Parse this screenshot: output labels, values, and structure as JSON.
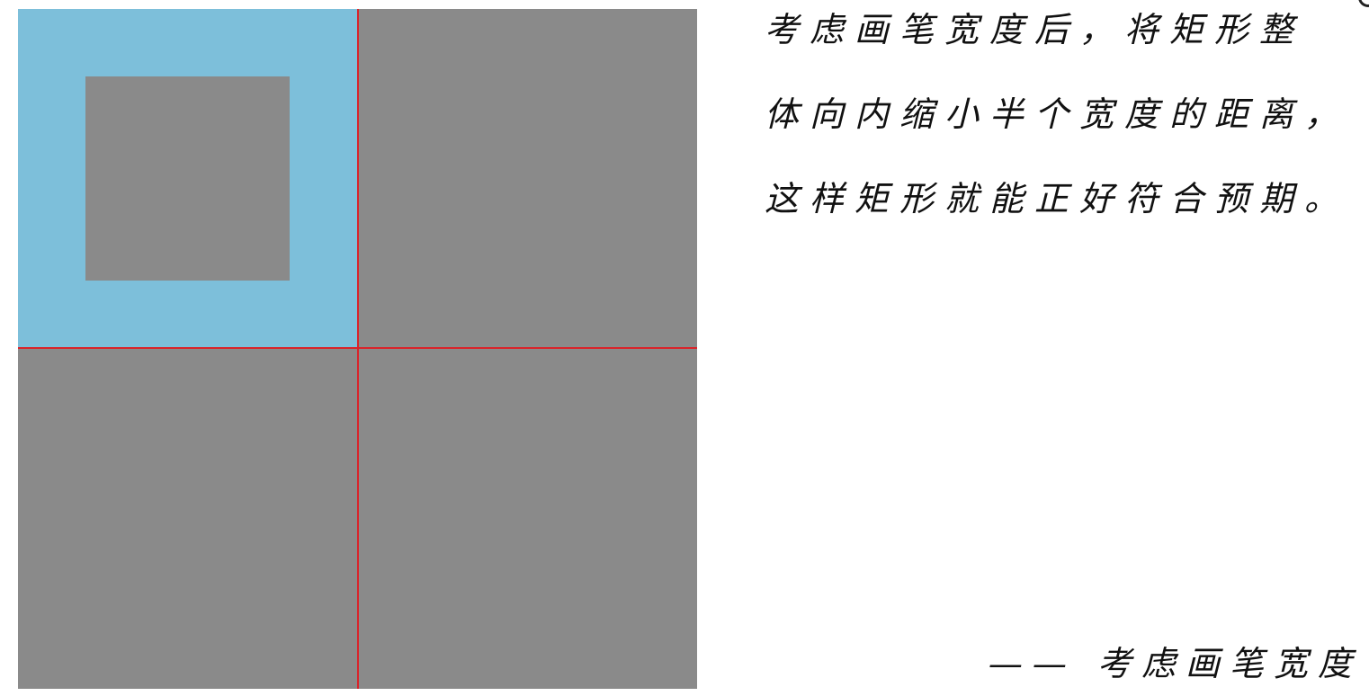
{
  "diagram": {
    "colors": {
      "background": "#ffffff",
      "canvas_fill": "#8a8a8a",
      "highlight_fill": "#7dbfda",
      "grid_line": "#d9232a",
      "text": "#111111"
    }
  },
  "explanation": {
    "lines": [
      "考虑画笔宽度后，将矩形整",
      "体向内缩小半个宽度的距离，",
      "这样矩形就能正好符合预期。"
    ]
  },
  "signature": {
    "text": "—— 考虑画笔宽度"
  }
}
